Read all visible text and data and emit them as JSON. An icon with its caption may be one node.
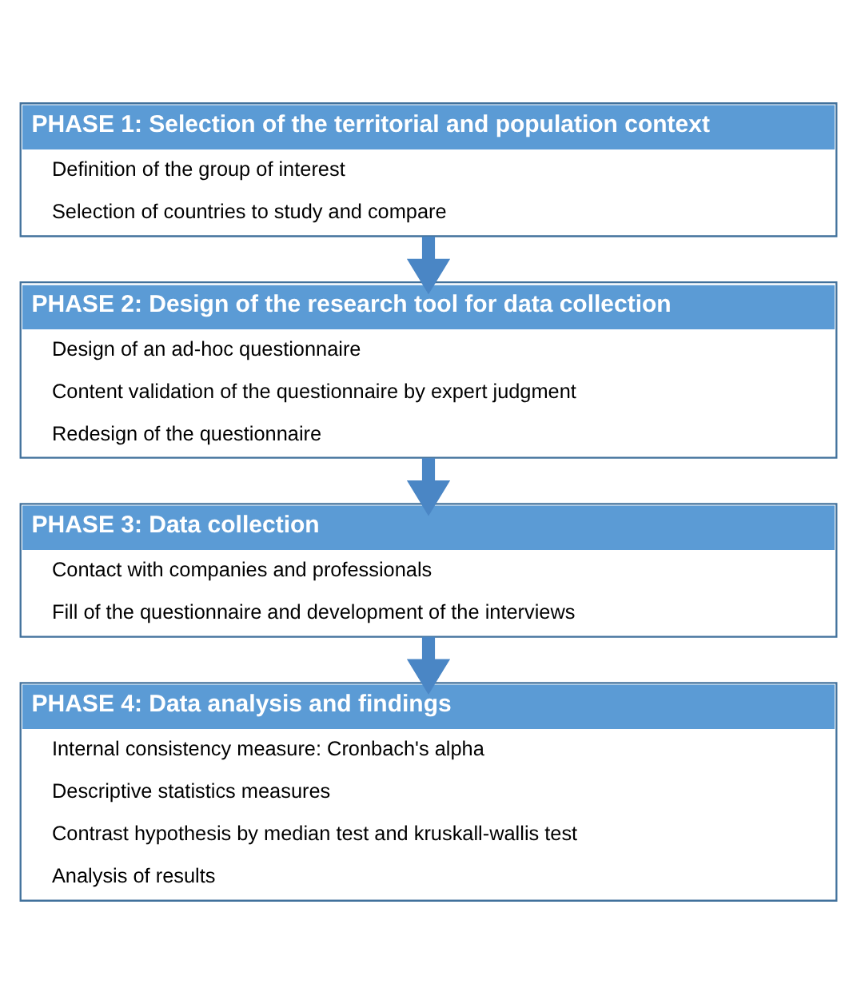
{
  "diagram": {
    "nodes": [
      {
        "text": [
          "PHASE 1: Selection of the territorial and population context",
          "Definition of the group of interest",
          "Selection of countries to study and compare"
        ]
      },
      {
        "text": [
          "PHASE 2: Design of the research tool for data collection",
          "Design of an ad-hoc questionnaire",
          "Content validation of the questionnaire by expert judgment",
          "Redesign of the questionnaire"
        ]
      },
      {
        "text": [
          "PHASE 3: Data collection",
          "Contact with companies and professionals",
          "Fill of the questionnaire and development of the interviews"
        ]
      },
      {
        "text": [
          "PHASE 4: Data analysis and findings",
          "Internal consistency measure: Cronbach's alpha",
          "Descriptive statistics measures",
          "Contrast hypothesis by median test and kruskall-wallis test",
          "Analysis of results"
        ]
      }
    ],
    "edges": [
      {
        "from": 0,
        "to": 1,
        "arrow": "to"
      },
      {
        "from": 1,
        "to": 2,
        "arrow": "to"
      },
      {
        "from": 2,
        "to": 3,
        "arrow": "to"
      }
    ]
  }
}
